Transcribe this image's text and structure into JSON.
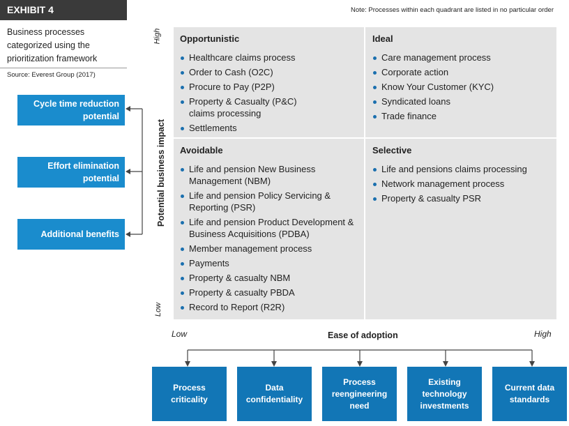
{
  "exhibit": "EXHIBIT 4",
  "description": [
    "Business processes",
    "categorized using the",
    "prioritization framework"
  ],
  "source": "Source: Everest Group (2017)",
  "note": "Note: Processes within each quadrant are listed in no particular order",
  "criteria": [
    [
      "Cycle time reduction",
      "potential"
    ],
    [
      "Effort elimination",
      "potential"
    ],
    [
      "Additional benefits"
    ]
  ],
  "y_axis": {
    "label": "Potential business impact",
    "high": "High",
    "low": "Low"
  },
  "x_axis": {
    "label": "Ease of adoption",
    "low": "Low",
    "high": "High"
  },
  "quadrants": {
    "top_left": {
      "title": "Opportunistic",
      "items": [
        "Healthcare claims process",
        "Order to Cash (O2C)",
        "Procure to Pay (P2P)",
        "Property & Casualty (P&C) claims processing",
        "Settlements"
      ]
    },
    "top_right": {
      "title": "Ideal",
      "items": [
        "Care management process",
        "Corporate action",
        "Know Your Customer (KYC)",
        "Syndicated loans",
        "Trade finance"
      ]
    },
    "bottom_left": {
      "title": "Avoidable",
      "items": [
        "Life and pension New Business Management (NBM)",
        "Life and pension Policy Servicing & Reporting (PSR)",
        "Life and pension Product Development & Business Acquisitions (PDBA)",
        "Member management process",
        "Payments",
        "Property & casualty NBM",
        "Property & casualty PBDA",
        "Record to Report (R2R)"
      ]
    },
    "bottom_right": {
      "title": "Selective",
      "items": [
        "Life and pensions claims processing",
        "Network management process",
        "Property & casualty PSR"
      ]
    }
  },
  "factors": [
    [
      "Process",
      "criticality"
    ],
    [
      "Data",
      "confidentiality"
    ],
    [
      "Process",
      "reengineering",
      "need"
    ],
    [
      "Existing",
      "technology",
      "investments"
    ],
    [
      "Current data",
      "standards"
    ]
  ]
}
